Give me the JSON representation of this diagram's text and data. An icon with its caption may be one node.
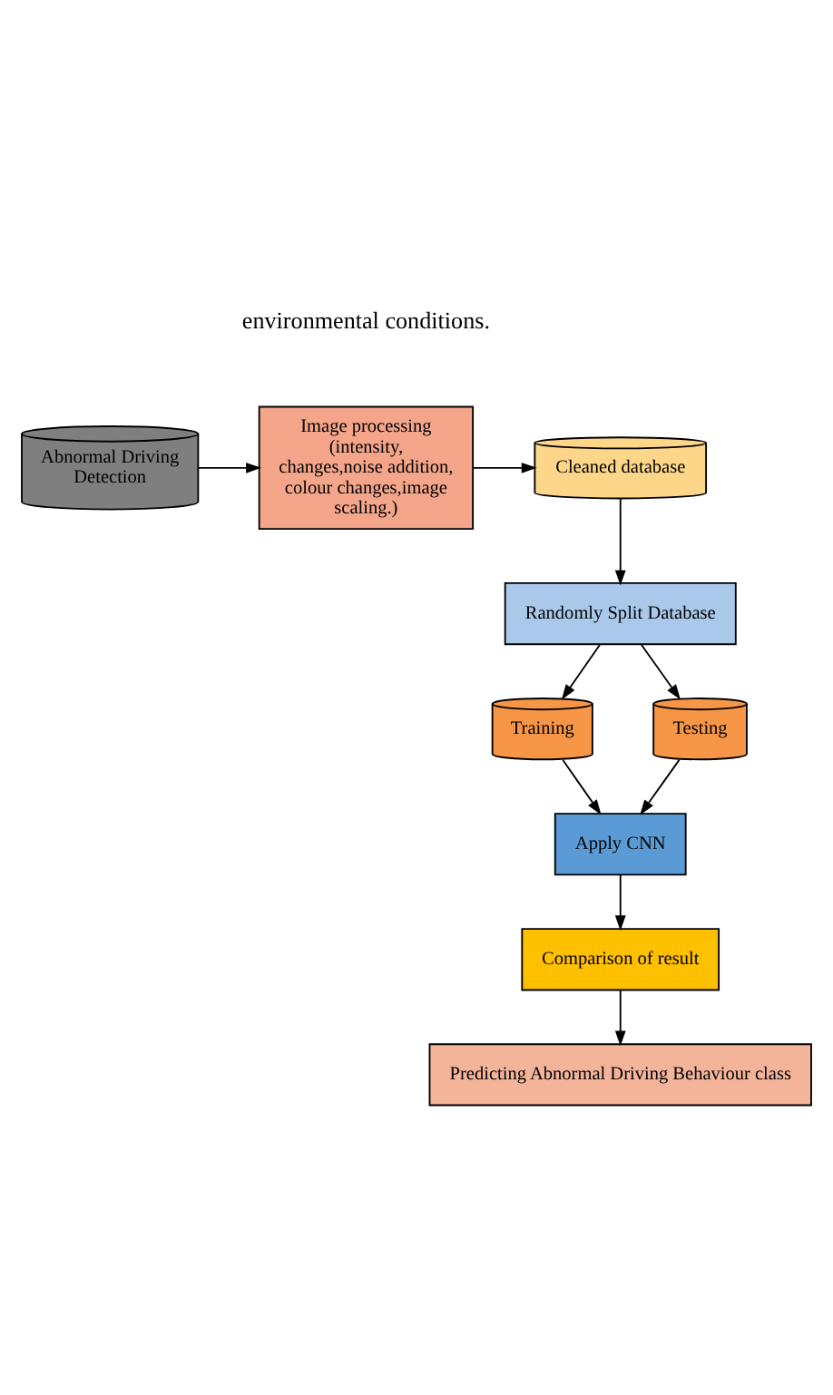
{
  "diagram": {
    "nodes": [
      {
        "text": [
          "Abnormal Driving Detection"
        ]
      },
      {
        "text": [
          "Image processing (intensity, changes,noise addition, colour changes,image scaling.)"
        ]
      },
      {
        "text": [
          "Cleaned database"
        ]
      },
      {
        "text": [
          "Randomly Split Database"
        ]
      },
      {
        "text": [
          "Training"
        ]
      },
      {
        "text": [
          "Testing"
        ]
      },
      {
        "text": [
          "Apply CNN"
        ]
      },
      {
        "text": [
          "Comparison of result"
        ]
      },
      {
        "text": [
          "Predicting Abnormal Driving Behaviour class"
        ]
      }
    ],
    "edges": [
      {
        "from": 0,
        "to": 1,
        "arrow": "to"
      },
      {
        "from": 1,
        "to": 2,
        "arrow": "to"
      },
      {
        "from": 2,
        "to": 3,
        "arrow": "to"
      },
      {
        "from": 3,
        "to": 4,
        "arrow": "to"
      },
      {
        "from": 3,
        "to": 5,
        "arrow": "to"
      },
      {
        "from": 4,
        "to": 6,
        "arrow": "to"
      },
      {
        "from": 5,
        "to": 6,
        "arrow": "to"
      },
      {
        "from": 6,
        "to": 7,
        "arrow": "to"
      },
      {
        "from": 7,
        "to": 8,
        "arrow": "to"
      }
    ],
    "labels": [
      "environmental conditions."
    ]
  }
}
